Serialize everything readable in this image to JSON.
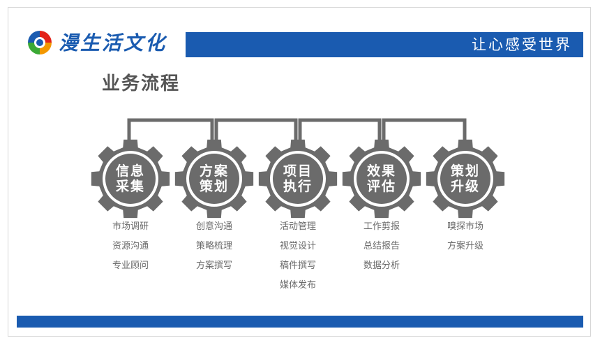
{
  "header": {
    "brand": "漫生活文化",
    "slogan": "让心感受世界"
  },
  "section_title": "业务流程",
  "steps": [
    {
      "title_line1": "信息",
      "title_line2": "采集",
      "items": [
        "市场调研",
        "资源沟通",
        "专业顾问"
      ]
    },
    {
      "title_line1": "方案",
      "title_line2": "策划",
      "items": [
        "创意沟通",
        "策略梳理",
        "方案撰写"
      ]
    },
    {
      "title_line1": "项目",
      "title_line2": "执行",
      "items": [
        "活动管理",
        "视觉设计",
        "稿件撰写",
        "媒体发布"
      ]
    },
    {
      "title_line1": "效果",
      "title_line2": "评估",
      "items": [
        "工作剪报",
        "总结报告",
        "数据分析"
      ]
    },
    {
      "title_line1": "策划",
      "title_line2": "升级",
      "items": [
        "嗅探市场",
        "方案升级"
      ]
    }
  ],
  "colors": {
    "brand_blue": "#1a5bb0",
    "gear_gray": "#6b6b6b",
    "logo_red": "#e2231a",
    "logo_orange": "#f39800",
    "logo_green": "#3aa935"
  },
  "icons": {
    "logo": "circular-swirl-logo-icon",
    "gear": "gear-icon"
  }
}
